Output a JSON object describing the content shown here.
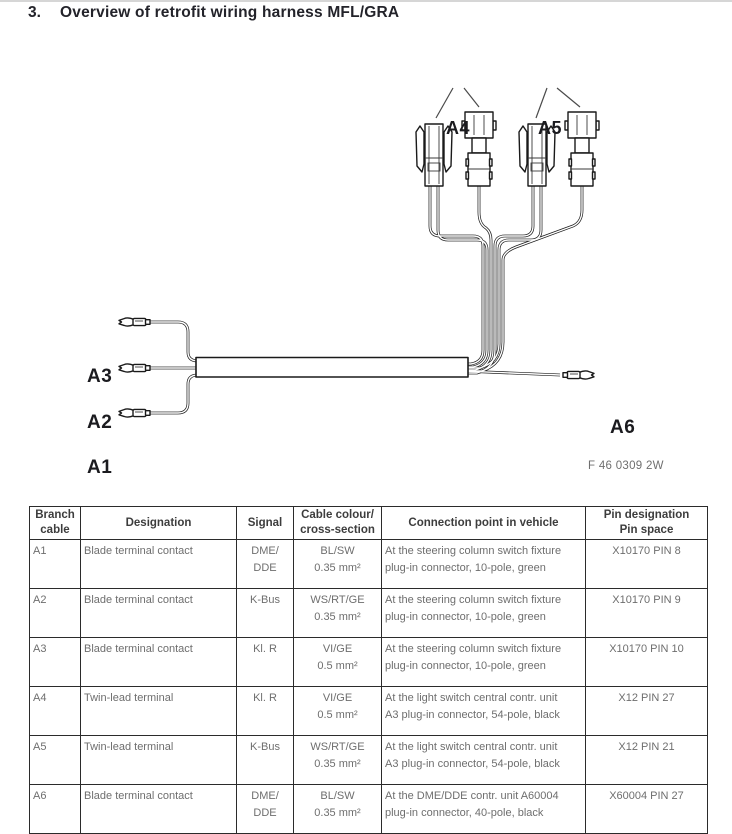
{
  "page": {
    "section_number": "3.",
    "title": "Overview of retrofit wiring harness MFL/GRA",
    "figure_ref": "F 46 0309 2W"
  },
  "diagram": {
    "labels": {
      "a1": "A1",
      "a2": "A2",
      "a3": "A3",
      "a4": "A4",
      "a5": "A5",
      "a6": "A6"
    }
  },
  "table": {
    "headers": [
      "Branch\ncable",
      "Designation",
      "Signal",
      "Cable colour/\ncross-section",
      "Connection point in vehicle",
      "Pin designation\nPin space"
    ],
    "rows": [
      {
        "branch": "A1",
        "designation": "Blade terminal contact",
        "signal": "DME/\nDDE",
        "cable": "BL/SW\n0.35 mm²",
        "connection": "At the steering column switch fixture\nplug-in connector, 10-pole, green",
        "pin": "X10170 PIN 8"
      },
      {
        "branch": "A2",
        "designation": "Blade terminal contact",
        "signal": "K-Bus",
        "cable": "WS/RT/GE\n0.35 mm²",
        "connection": "At the steering column switch fixture\nplug-in connector, 10-pole, green",
        "pin": "X10170 PIN 9"
      },
      {
        "branch": "A3",
        "designation": "Blade terminal contact",
        "signal": "Kl. R",
        "cable": "VI/GE\n0.5 mm²",
        "connection": "At the steering column switch fixture\nplug-in connector, 10-pole, green",
        "pin": "X10170 PIN 10"
      },
      {
        "branch": "A4",
        "designation": "Twin-lead terminal",
        "signal": "Kl. R",
        "cable": "VI/GE\n0.5 mm²",
        "connection": "At the light switch central contr. unit\nA3 plug-in connector, 54-pole, black",
        "pin": "X12 PIN 27"
      },
      {
        "branch": "A5",
        "designation": "Twin-lead terminal",
        "signal": "K-Bus",
        "cable": "WS/RT/GE\n0.35 mm²",
        "connection": "At the light switch central contr. unit\nA3 plug-in connector, 54-pole, black",
        "pin": "X12 PIN 21"
      },
      {
        "branch": "A6",
        "designation": "Blade terminal contact",
        "signal": "DME/\nDDE",
        "cable": "BL/SW\n0.35 mm²",
        "connection": "At the DME/DDE contr. unit A60004\nplug-in connector, 40-pole, black",
        "pin": "X60004 PIN 27"
      }
    ]
  }
}
